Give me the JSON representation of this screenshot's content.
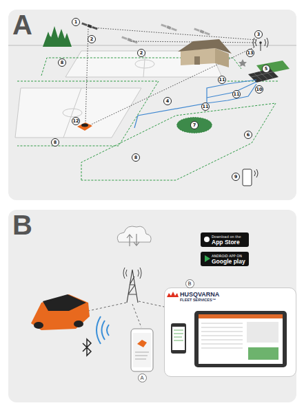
{
  "diagram": {
    "nodes": [
      {
        "text": [
          "A"
        ]
      },
      {
        "text": [
          "B"
        ]
      },
      {
        "text": [
          "Download on the",
          "App Store"
        ],
        "in": 1
      },
      {
        "text": [
          "ANDROID APP ON",
          "Google play"
        ],
        "in": 1
      },
      {
        "text": [
          "HUSQVARNA FLEET SERVICES™"
        ],
        "in": 1
      }
    ],
    "labels": [
      "1",
      "2",
      "2",
      "3",
      "4",
      "5",
      "6",
      "7",
      "8",
      "8",
      "8",
      "9",
      "10",
      "11",
      "11",
      "11",
      "12",
      "13",
      "A",
      "B"
    ]
  }
}
